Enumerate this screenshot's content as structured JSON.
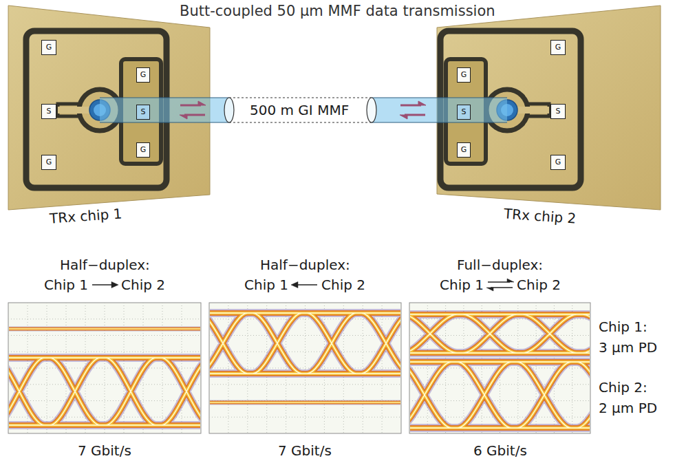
{
  "diagram": {
    "title": "Butt-coupled 50 µm MMF data transmission",
    "nodes": [
      {
        "text": [
          "G"
        ]
      },
      {
        "text": [
          "S"
        ]
      },
      {
        "text": [
          "G"
        ]
      },
      {
        "text": [
          "G"
        ]
      },
      {
        "text": [
          "S"
        ]
      },
      {
        "text": [
          "G"
        ]
      },
      {
        "text": [
          "G"
        ]
      },
      {
        "text": [
          "S"
        ]
      },
      {
        "text": [
          "G"
        ]
      },
      {
        "text": [
          "G"
        ]
      },
      {
        "text": [
          "S"
        ]
      },
      {
        "text": [
          "G"
        ]
      }
    ],
    "labels": [
      "500 m GI MMF",
      "TRx chip 1",
      "TRx chip 2",
      "Half−duplex:",
      "Chip 1",
      "Chip 2",
      "7 Gbit/s",
      "Half−duplex:",
      "Chip 1",
      "Chip 2",
      "7 Gbit/s",
      "Full−duplex:",
      "Chip 1",
      "Chip 2",
      "6 Gbit/s",
      "Chip 1:",
      "3 µm PD",
      "Chip 2:",
      "2 µm PD"
    ]
  }
}
